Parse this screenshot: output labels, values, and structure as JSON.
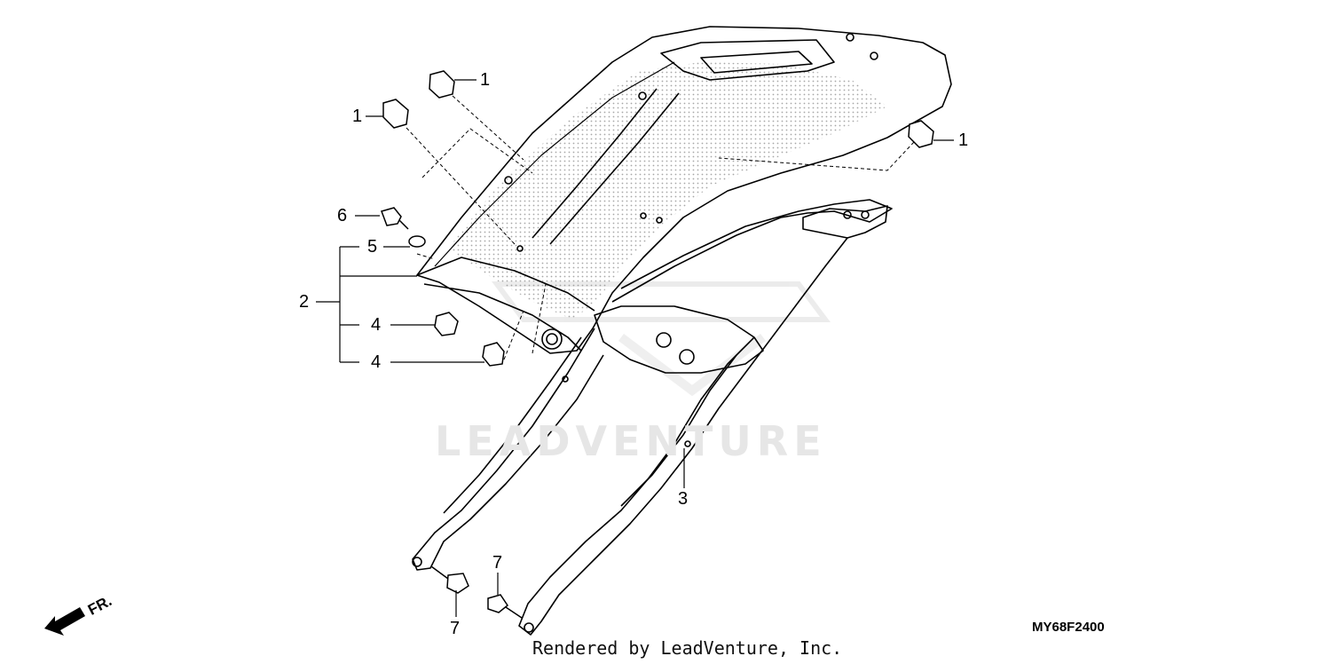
{
  "callouts": {
    "c1a": "1",
    "c1b": "1",
    "c1c": "1",
    "c2": "2",
    "c3": "3",
    "c4a": "4",
    "c4b": "4",
    "c5": "5",
    "c6": "6",
    "c7a": "7",
    "c7b": "7"
  },
  "direction_label": "FR.",
  "diagram_code": "MY68F2400",
  "credit": "Rendered by LeadVenture, Inc.",
  "watermark": {
    "text": "LEADVENTURE",
    "color": "#e6e6e6"
  },
  "colors": {
    "line": "#000000",
    "stipple": "#9a9a9a",
    "background": "#ffffff"
  }
}
